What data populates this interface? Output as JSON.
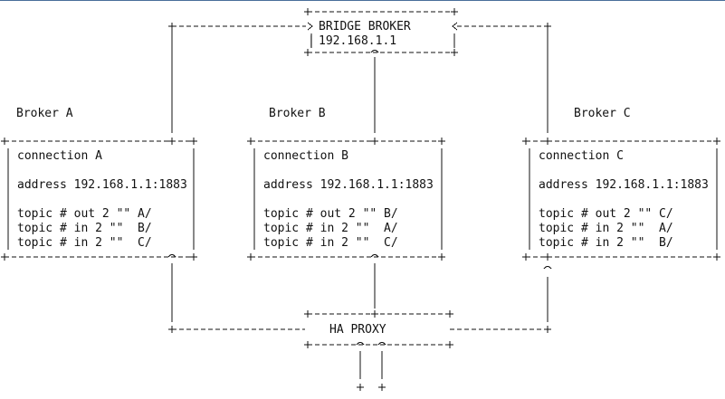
{
  "bridge": {
    "title": "BRIDGE BROKER",
    "ip": "192.168.1.1"
  },
  "brokers": [
    {
      "label": "Broker A",
      "connection": "connection A",
      "address": "address 192.168.1.1:1883",
      "topics": [
        "topic # out 2 \"\" A/",
        "topic # in 2 \"\"  B/",
        "topic # in 2 \"\"  C/"
      ]
    },
    {
      "label": "Broker B",
      "connection": "connection B",
      "address": "address 192.168.1.1:1883",
      "topics": [
        "topic # out 2 \"\" B/",
        "topic # in 2 \"\"  A/",
        "topic # in 2 \"\"  C/"
      ]
    },
    {
      "label": "Broker C",
      "connection": "connection C",
      "address": "address 192.168.1.1:1883",
      "topics": [
        "topic # out 2 \"\" C/",
        "topic # in 2 \"\"  A/",
        "topic # in 2 \"\"  B/"
      ]
    }
  ],
  "proxy": {
    "title": "HA PROXY"
  },
  "colors": {
    "line": "#111111",
    "frame": "#4a6f9a"
  }
}
